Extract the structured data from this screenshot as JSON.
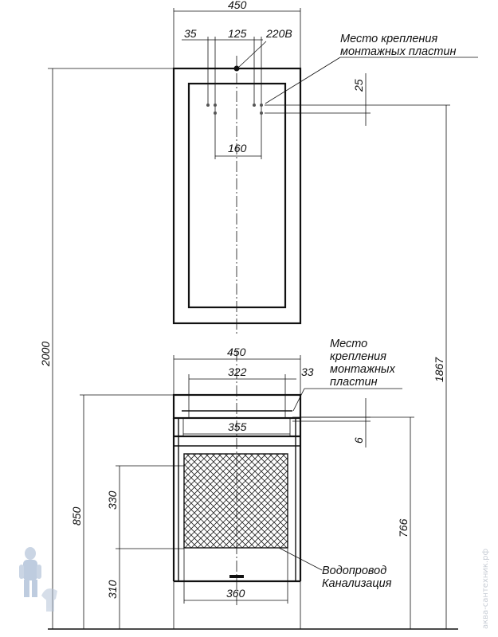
{
  "mirror": {
    "width_label": "450",
    "offset_label": "35",
    "spacing_label": "125",
    "power_label": "220В",
    "plate_height_label": "25",
    "plate_spacing_label": "160",
    "mount_note_line1": "Место крепления",
    "mount_note_line2": "монтажных пластин"
  },
  "cabinet": {
    "width_label": "450",
    "inner_label": "322",
    "side_label": "33",
    "plate_label": "355",
    "plate_offset_label": "6",
    "mount_note_lines": [
      "Место",
      "крепления",
      "монтажных",
      "пластин"
    ],
    "zone_height_label": "330",
    "floor_to_zone_label": "310",
    "zone_width_label": "360",
    "height_label": "850",
    "plate_height_label": "766",
    "pipes_label_water": "Водопровод",
    "pipes_label_sewer": "Канализация"
  },
  "overall": {
    "total_height_label": "2000",
    "mirror_mount_height_label": "1867"
  },
  "watermark": "аква-сантехник.рф"
}
